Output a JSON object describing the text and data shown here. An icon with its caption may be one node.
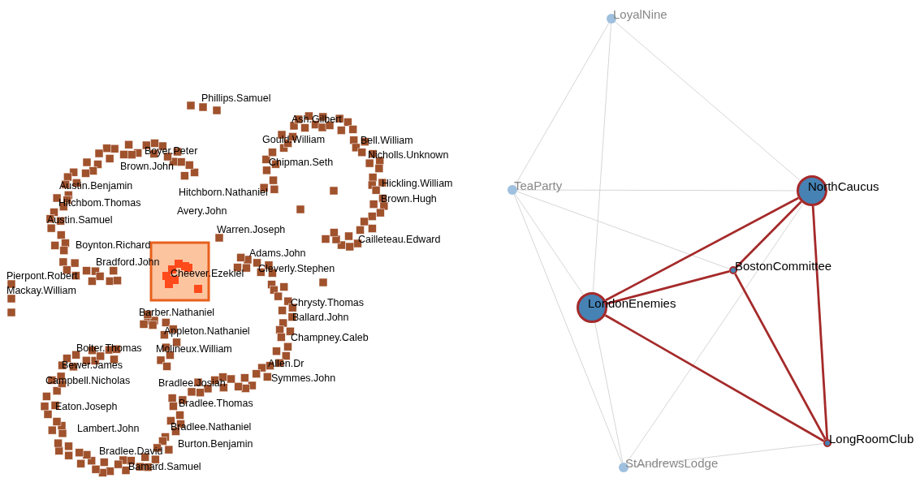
{
  "diagram": {
    "nodes": [
      {
        "text": [
          "LoyalNine"
        ]
      },
      {
        "text": [
          "TeaParty"
        ]
      },
      {
        "text": [
          "NorthCaucus"
        ]
      },
      {
        "text": [
          "BostonCommittee"
        ]
      },
      {
        "text": [
          "LondonEnemies"
        ]
      },
      {
        "text": [
          "LongRoomClub"
        ]
      },
      {
        "text": [
          "StAndrewsLodge"
        ]
      }
    ],
    "edges": [
      {
        "from": 0,
        "to": 1,
        "arrow": "none"
      },
      {
        "from": 0,
        "to": 2,
        "arrow": "none"
      },
      {
        "from": 0,
        "to": 4,
        "arrow": "none"
      },
      {
        "from": 1,
        "to": 2,
        "arrow": "none"
      },
      {
        "from": 1,
        "to": 3,
        "arrow": "none"
      },
      {
        "from": 1,
        "to": 4,
        "arrow": "none"
      },
      {
        "from": 1,
        "to": 6,
        "arrow": "none"
      },
      {
        "from": 4,
        "to": 6,
        "arrow": "none"
      },
      {
        "from": 6,
        "to": 2,
        "arrow": "none"
      },
      {
        "from": 6,
        "to": 5,
        "arrow": "none"
      },
      {
        "from": 2,
        "to": 4,
        "arrow": "none",
        "style": "thick",
        "color": "#a52a2a"
      },
      {
        "from": 2,
        "to": 3,
        "arrow": "none",
        "style": "thick",
        "color": "#a52a2a"
      },
      {
        "from": 2,
        "to": 5,
        "arrow": "none",
        "style": "thick",
        "color": "#a52a2a"
      },
      {
        "from": 4,
        "to": 3,
        "arrow": "none",
        "style": "thick",
        "color": "#a52a2a"
      },
      {
        "from": 4,
        "to": 5,
        "arrow": "none",
        "style": "thick",
        "color": "#a52a2a"
      },
      {
        "from": 3,
        "to": 5,
        "arrow": "none",
        "style": "thick",
        "color": "#a52a2a"
      }
    ],
    "labels": [
      "Phillips.Samuel",
      "Ash.Gilbert",
      "Gould.William",
      "Bell.William",
      "Boyer.Peter",
      "Nicholls.Unknown",
      "Brown.John",
      "Chipman.Seth",
      "Austin.Benjamin",
      "Hickling.William",
      "Hitchborn.Nathaniel",
      "Hitchbom.Thomas",
      "Brown.Hugh",
      "Avery.John",
      "Austin.Samuel",
      "Warren.Joseph",
      "Cailleteau.Edward",
      "Boynton.Richard",
      "Adams.John",
      "Bradford.John",
      "Cleverly.Stephen",
      "Pierpont.Robert",
      "Cheever.Ezekiel",
      "Mackay.William",
      "Chrysty.Thomas",
      "Barber.Nathaniel",
      "Ballard.John",
      "Appleton.Nathaniel",
      "Champney.Caleb",
      "Bolter.Thomas",
      "Molineux.William",
      "Bewer.James",
      "Allen.Dr",
      "Campbell.Nicholas",
      "Bradlee.Josiah",
      "Symmes.John",
      "Bradlee.Thomas",
      "Eaton.Joseph",
      "Lambert.John",
      "Bradlee.Nathaniel",
      "Burton.Benjamin",
      "Bradlee.David",
      "Bamard.Samuel"
    ]
  }
}
